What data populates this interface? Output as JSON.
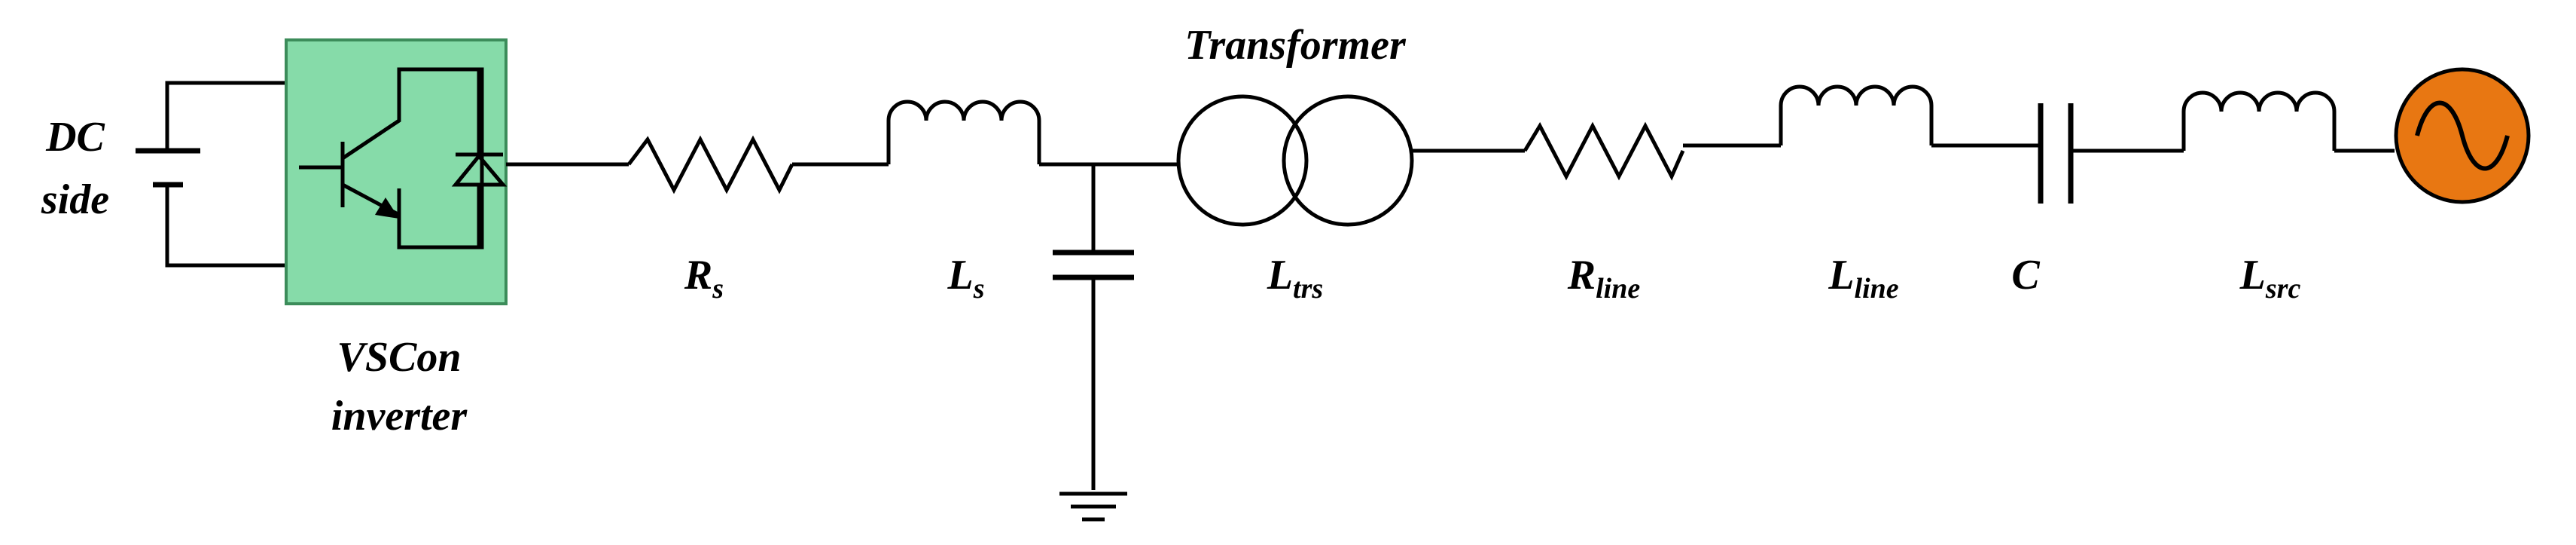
{
  "title": "Transformer",
  "dc_side": {
    "line1": "DC",
    "line2": "side"
  },
  "inverter": {
    "line1": "VSCon",
    "line2": "inverter",
    "fill_color": "#86dba9",
    "stroke_color": "#3c8c5a"
  },
  "source": {
    "fill_color": "#e87712"
  },
  "components": {
    "rs": {
      "base": "R",
      "sub": "s"
    },
    "ls": {
      "base": "L",
      "sub": "s"
    },
    "ltrs": {
      "base": "L",
      "sub": "trs"
    },
    "rline": {
      "base": "R",
      "sub": "line"
    },
    "lline": {
      "base": "L",
      "sub": "line"
    },
    "c": {
      "base": "C",
      "sub": ""
    },
    "lsrc": {
      "base": "L",
      "sub": "src"
    }
  }
}
